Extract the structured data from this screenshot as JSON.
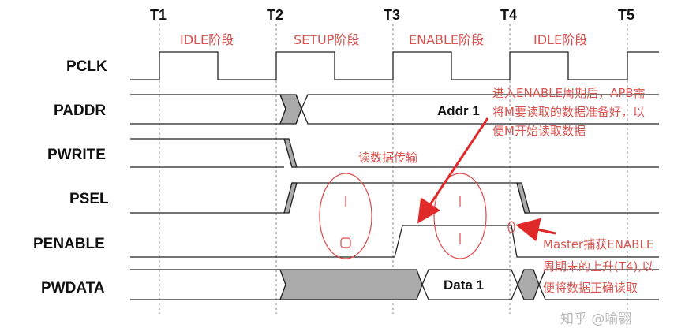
{
  "time_markers": [
    "T1",
    "T2",
    "T3",
    "T4",
    "T5"
  ],
  "phases": [
    "IDLE阶段",
    "SETUP阶段",
    "ENABLE阶段",
    "IDLE阶段"
  ],
  "signals": [
    "PCLK",
    "PADDR",
    "PWRITE",
    "PSEL",
    "PENABLE",
    "PWDATA"
  ],
  "bus_values": {
    "paddr": "Addr 1",
    "pwdata": "Data 1"
  },
  "annotations": {
    "enable_note": [
      "进入ENABLE周期后，APB需",
      "将M要读取的数据准备好，以",
      "便M开始读取数据"
    ],
    "read_transfer": "读数据传输",
    "master_note": [
      "Master捕获ENABLE",
      "周期末的上升(T4),以",
      "便将数据正确读取"
    ]
  },
  "watermark": "知乎 @喻翾",
  "colors": {
    "annotation": "#d9534f",
    "arrow": "#e02a2a",
    "transition_fill": "#aaaaaa"
  }
}
